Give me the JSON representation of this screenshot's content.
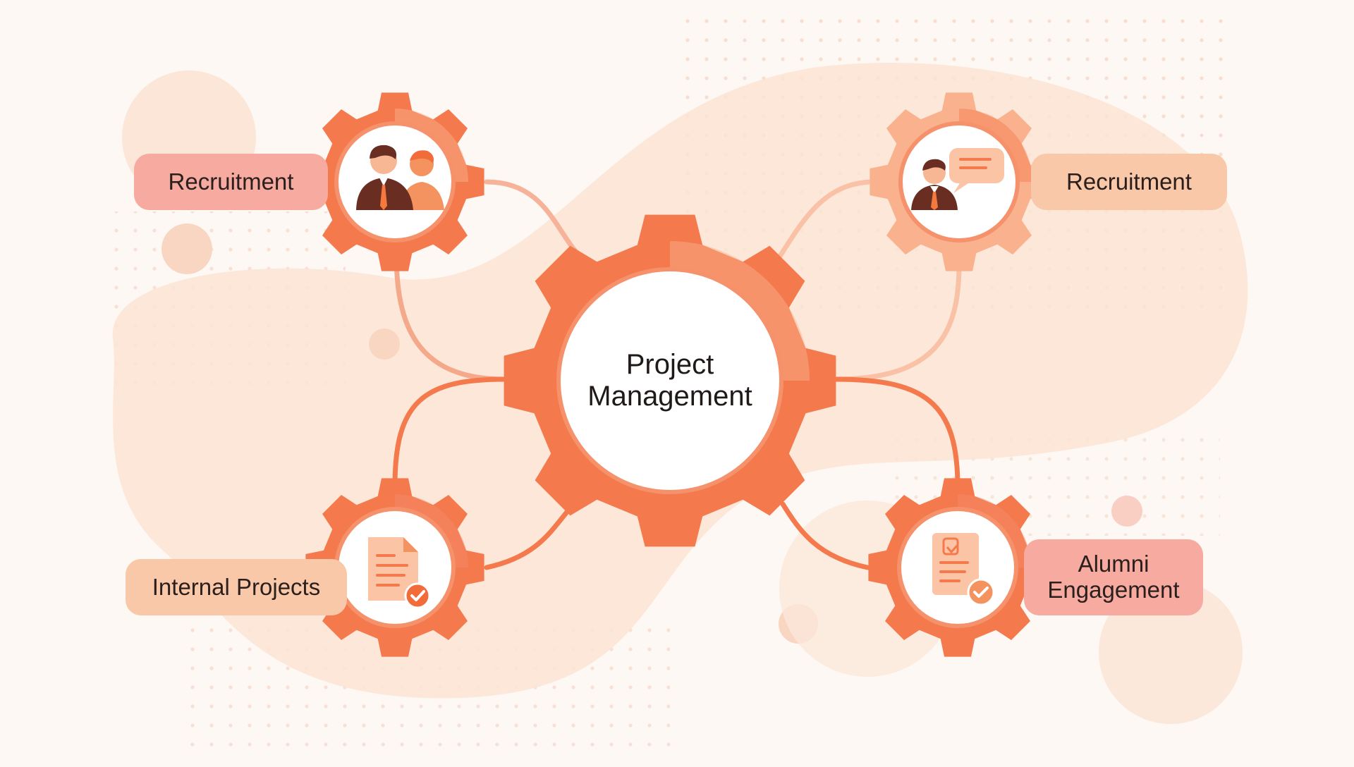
{
  "center": {
    "title_line1": "Project",
    "title_line2": "Management"
  },
  "nodes": {
    "top_left": {
      "label": "Recruitment",
      "icon": "team-people-icon"
    },
    "top_right": {
      "label": "Recruitment",
      "icon": "interview-chat-icon"
    },
    "bottom_left": {
      "label": "Internal Projects",
      "icon": "document-check-icon"
    },
    "bottom_right": {
      "label_line1": "Alumni",
      "label_line2": "Engagement",
      "icon": "clipboard-check-icon"
    }
  },
  "colors": {
    "gear_primary": "#f47a4d",
    "gear_secondary": "#f58a6a",
    "gear_light": "#f9b18e",
    "connector": "#f4a98b",
    "background": "#fdf8f4",
    "blob": "#fbe4d2"
  }
}
